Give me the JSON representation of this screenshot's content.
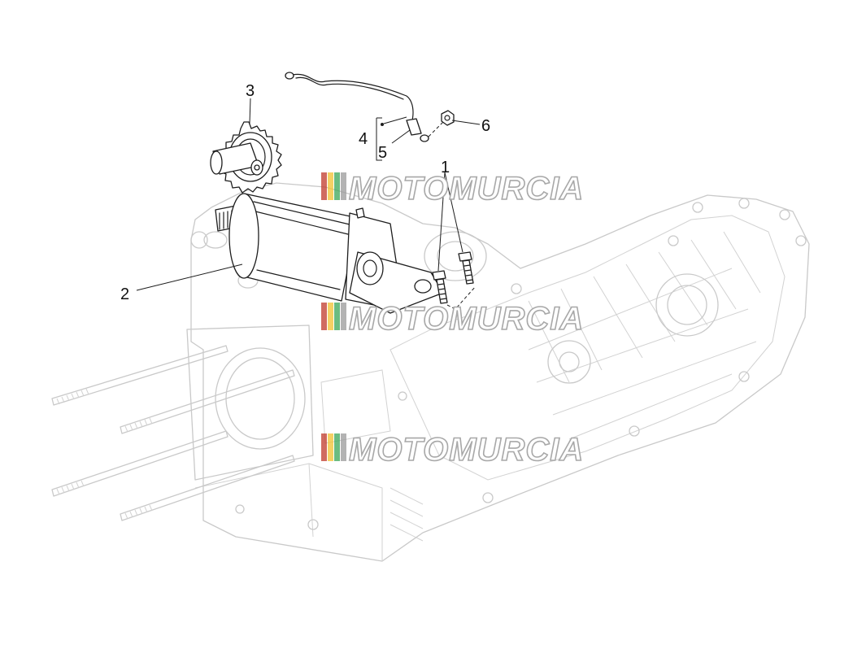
{
  "callouts": {
    "c1": "1",
    "c2": "2",
    "c3": "3",
    "c4": "4",
    "c5": "5",
    "c6": "6"
  },
  "watermark": {
    "text": "MOTOMURCIA",
    "stripe_colors": [
      "#c0392b",
      "#f2c230",
      "#3aa657",
      "#9a9a9a"
    ]
  },
  "colors": {
    "part_stroke": "#1d1d1d",
    "ghost_stroke": "#c9c9c9"
  }
}
